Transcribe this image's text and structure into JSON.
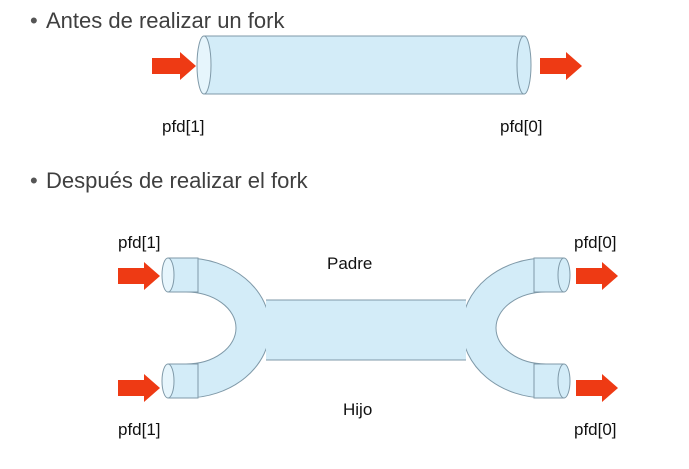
{
  "bullets": {
    "before": "Antes de realizar un fork",
    "after": "Después de realizar el fork"
  },
  "labels": {
    "top_write": "pfd[1]",
    "top_read": "pfd[0]",
    "parent_write": "pfd[1]",
    "parent_read": "pfd[0]",
    "child_write": "pfd[1]",
    "child_read": "pfd[0]",
    "parent": "Padre",
    "child": "Hijo"
  },
  "colors": {
    "pipe_fill": "#d3ecf8",
    "pipe_stroke": "#7f99a8",
    "arrow": "#ee3a14"
  }
}
